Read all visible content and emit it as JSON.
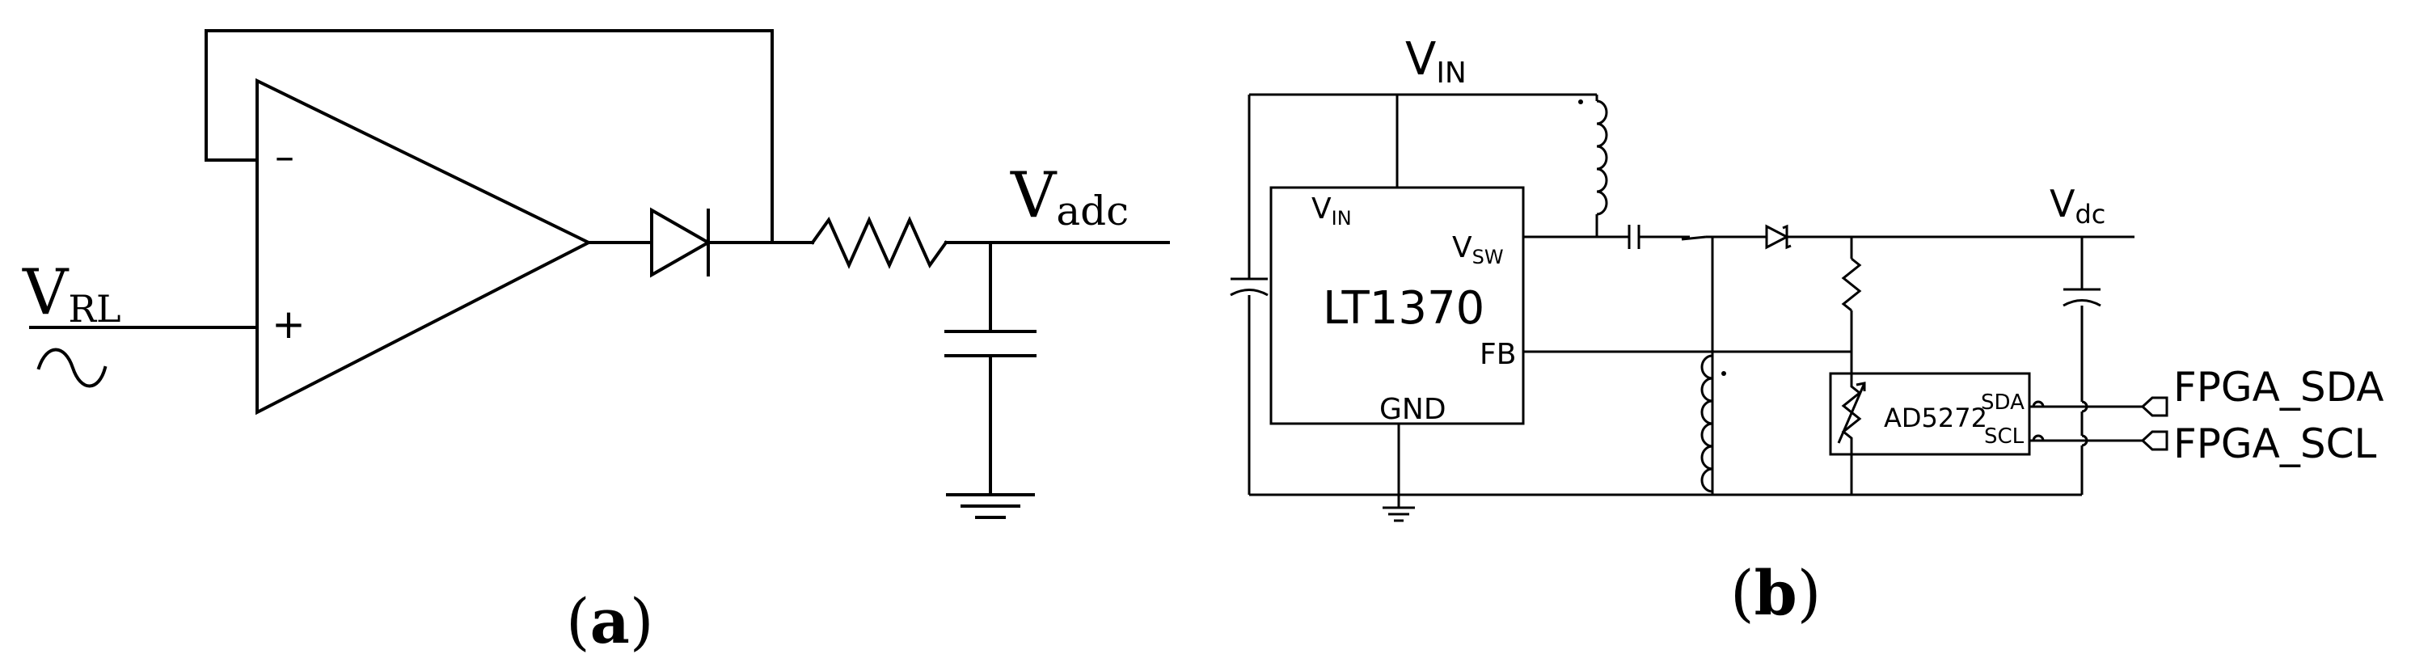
{
  "circuit_a": {
    "input_label_main": "V",
    "input_label_sub": "RL",
    "source_symbol": "~",
    "opamp_minus": "–",
    "opamp_plus": "+",
    "output_label_main": "V",
    "output_label_sub": "adc",
    "caption_open": "(",
    "caption_letter": "a",
    "caption_close": ")"
  },
  "circuit_b": {
    "vin_top_main": "V",
    "vin_top_sub": "IN",
    "chip_name": "LT1370",
    "chip_pin_vin_main": "V",
    "chip_pin_vin_sub": "IN",
    "chip_pin_vsw_main": "V",
    "chip_pin_vsw_sub": "SW",
    "chip_pin_fb": "FB",
    "chip_pin_gnd": "GND",
    "output_main": "V",
    "output_sub": "dc",
    "digipot_name": "AD5272",
    "digipot_pin_sda": "SDA",
    "digipot_pin_scl": "SCL",
    "fpga_sda": "FPGA_SDA",
    "fpga_scl": "FPGA_SCL",
    "caption_open": "(",
    "caption_letter": "b",
    "caption_close": ")"
  }
}
